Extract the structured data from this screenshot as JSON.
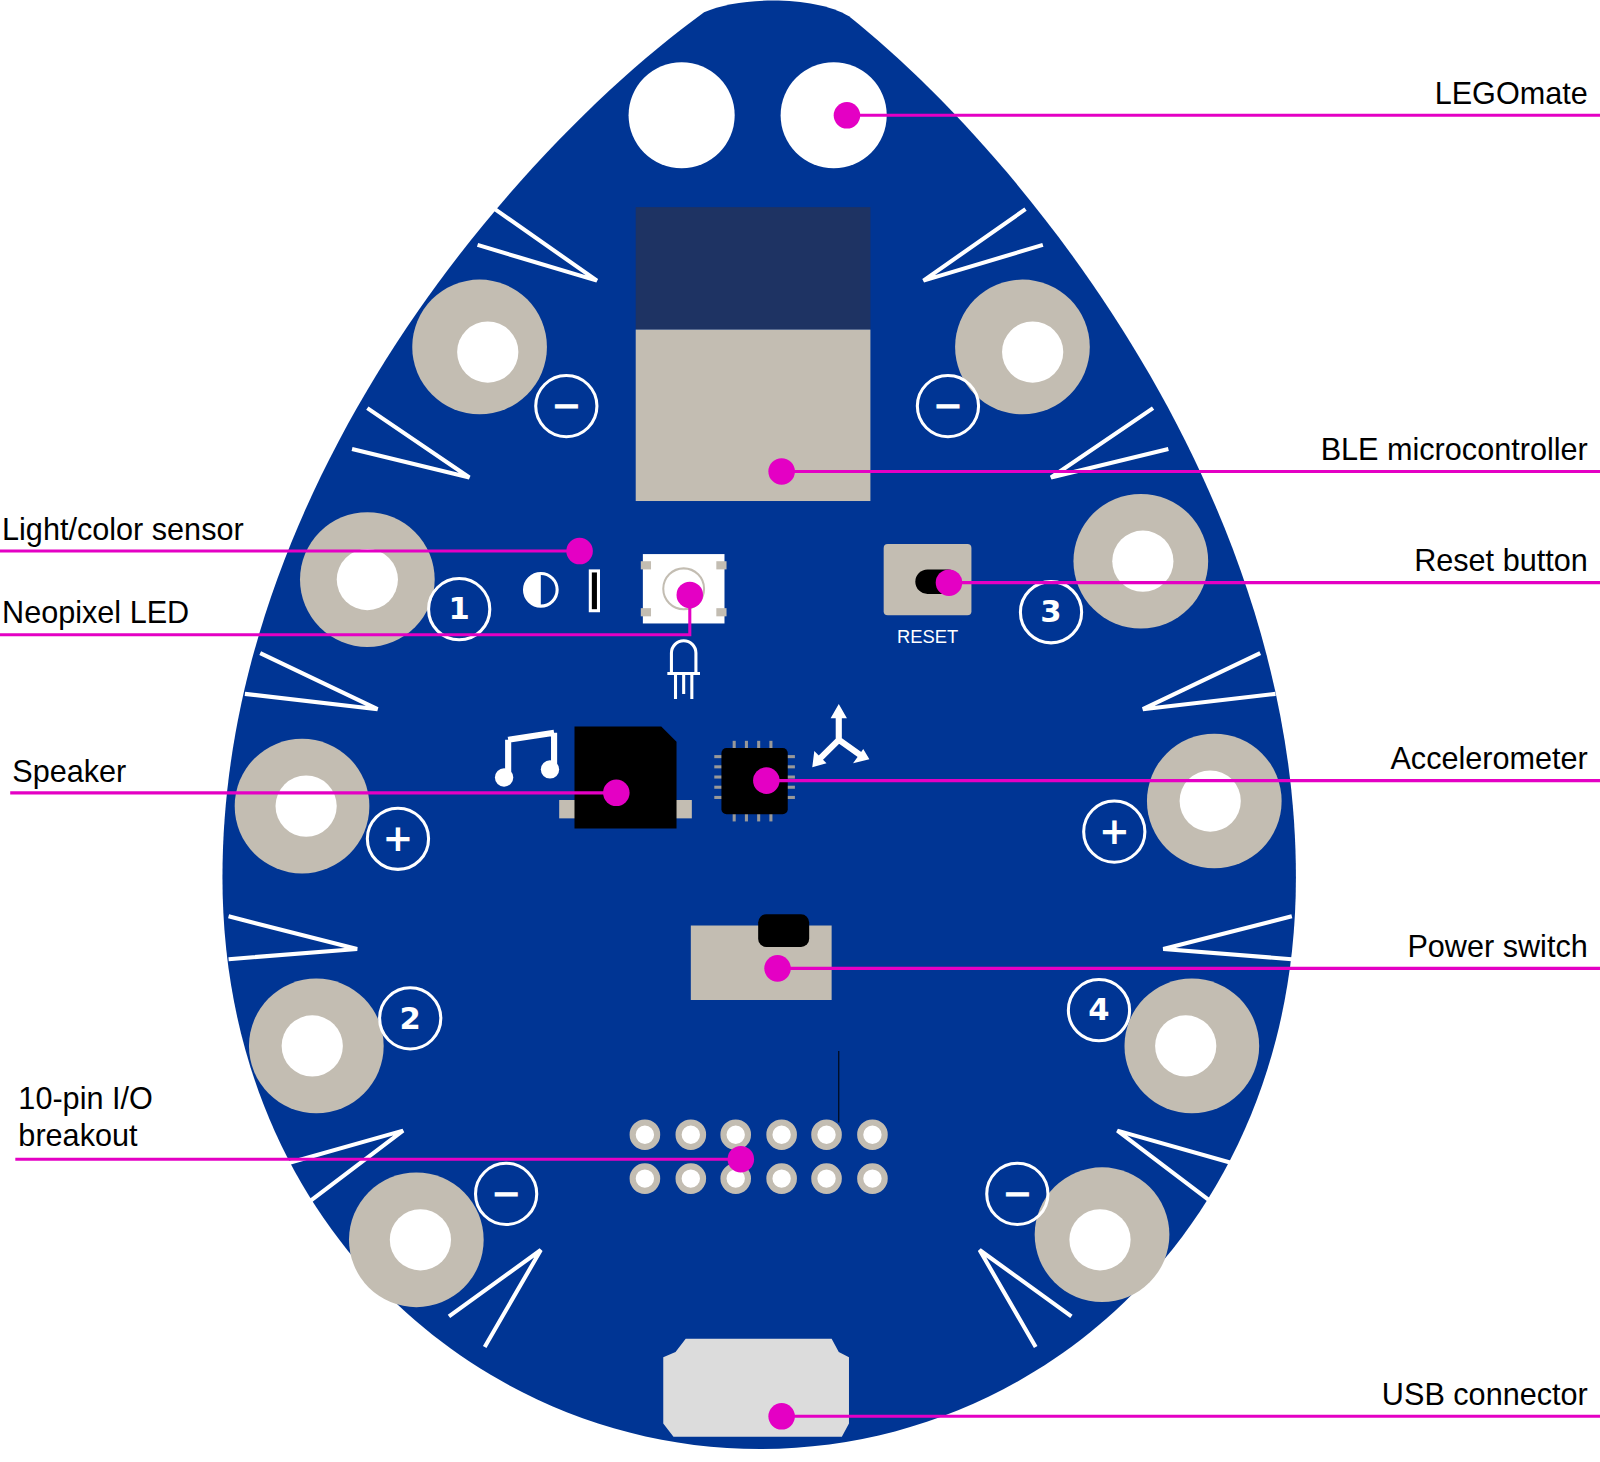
{
  "diagram": {
    "labels": [
      "LEGOmate",
      "BLE microcontroller",
      "Light/color sensor",
      "Reset button",
      "Neopixel LED",
      "Speaker",
      "Accelerometer",
      "Power switch",
      "10-pin I/O breakout",
      "USB connector",
      "1",
      "3",
      "2",
      "4",
      "RESET",
      "−",
      "−",
      "−",
      "−",
      "+",
      "+"
    ]
  }
}
